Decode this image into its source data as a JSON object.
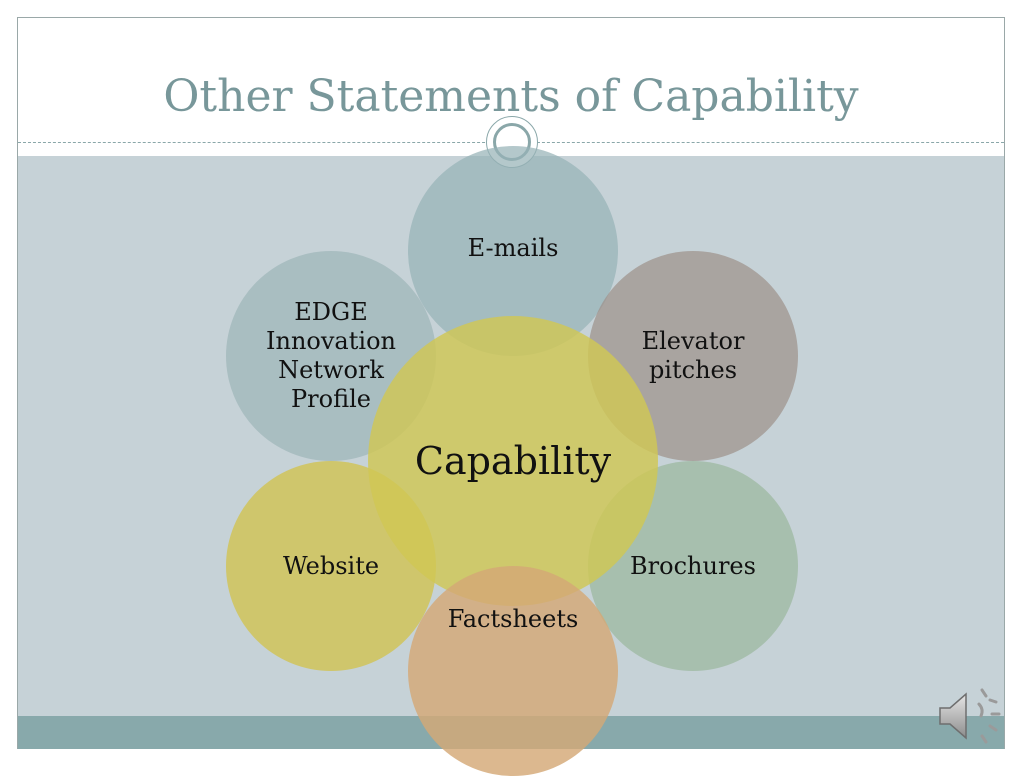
{
  "title": "Other Statements of Capability",
  "diagram": {
    "center": "Capability",
    "nodes": {
      "emails": "E-mails",
      "elevator": "Elevator pitches",
      "brochures": "Brochures",
      "factsheets": "Factsheets",
      "website": "Website",
      "edge": "EDGE Innovation Network Profile"
    }
  },
  "colors": {
    "title": "#78979a",
    "content_background": "#c6d2d7",
    "footer_band": "#88a9ab",
    "center": "#d0c754",
    "emails": "#97b3b7",
    "elevator": "#9e928a",
    "brochures": "#95b394",
    "factsheets": "#d4a876",
    "website": "#d1c248",
    "edge": "#9eb5b8"
  },
  "icons": {
    "audio": "speaker-icon"
  }
}
